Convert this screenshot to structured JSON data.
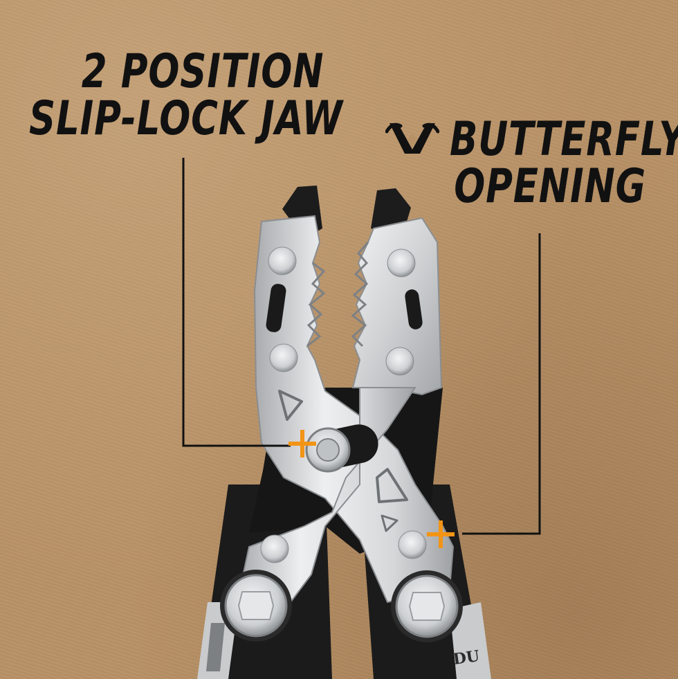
{
  "callouts": {
    "slip_lock": {
      "line1": "2 POSITION",
      "line2": "SLIP-LOCK JAW"
    },
    "butterfly": {
      "line1": "BUTTERFLY",
      "line2": "OPENING"
    }
  },
  "tool_engraving": "DU",
  "colors": {
    "background": "#b89166",
    "text": "#111111",
    "accent_plus": "#f29416",
    "steel": "#d7d8da",
    "handle_black": "#1a1a1a"
  },
  "icons": [
    "butterfly-opening-icon",
    "plus-marker-icon"
  ]
}
